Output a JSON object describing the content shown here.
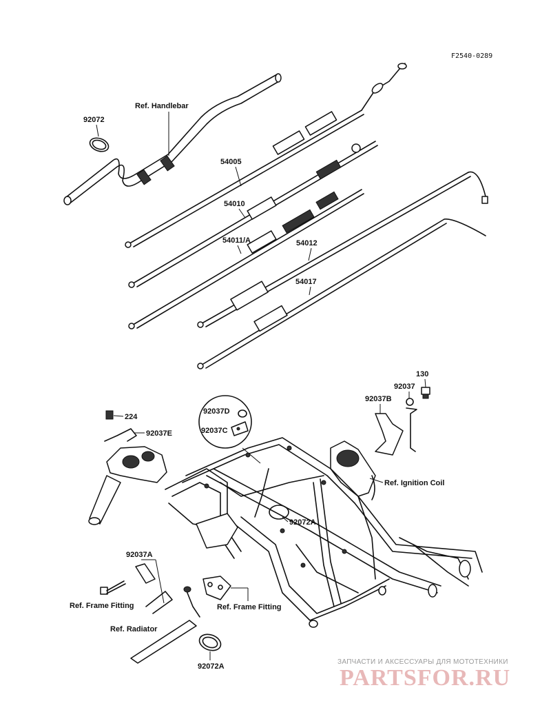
{
  "figure_code": "F2540-0289",
  "labels": {
    "handlebar_ref": "Ref. Handlebar",
    "p92072": "92072",
    "p54005": "54005",
    "p54010": "54010",
    "p54011a": "54011/A",
    "p54012": "54012",
    "p54017": "54017",
    "p130": "130",
    "p92037": "92037",
    "p92037b": "92037B",
    "p92037d": "92037D",
    "p92037c": "92037C",
    "p224": "224",
    "p92037e": "92037E",
    "ignition_ref": "Ref. Ignition Coil",
    "p92072a_frame": "92072A",
    "p92037a": "92037A",
    "frame_fitting_left": "Ref. Frame Fitting",
    "frame_fitting_right": "Ref. Frame Fitting",
    "radiator_ref": "Ref. Radiator",
    "p92072a_bottom": "92072A"
  },
  "watermark": {
    "tagline": "ЗАПЧАСТИ И АКСЕССУАРЫ ДЛЯ МОТОТЕХНИКИ",
    "brand": "PARTSFOR.RU"
  }
}
